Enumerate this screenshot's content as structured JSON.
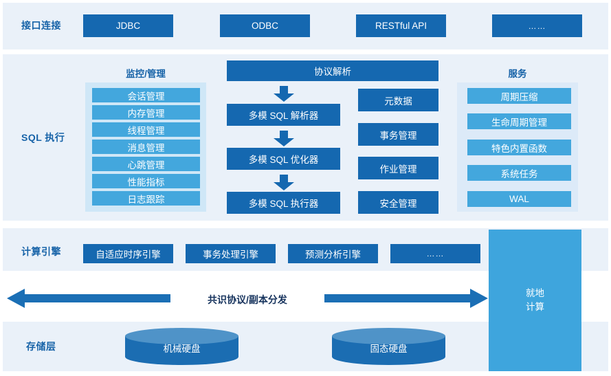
{
  "diagram": {
    "title": "Database architecture layered diagram",
    "colors": {
      "band_bg": "#eaf1f9",
      "box_dark": "#1568b0",
      "box_light": "#43a7dd",
      "panel_monitor_bg": "#cfe7f7",
      "panel_service_bg": "#dceaf8",
      "side_panel": "#3ea5dd",
      "label_blue": "#1763a8",
      "page_bg": "#ffffff"
    }
  },
  "rows": {
    "interface": {
      "label": "接口连接",
      "items": [
        {
          "label": "JDBC"
        },
        {
          "label": "ODBC"
        },
        {
          "label": "RESTful API"
        },
        {
          "label": "……"
        }
      ]
    },
    "sql_exec": {
      "label": "SQL 执行",
      "monitor": {
        "title": "监控/管理",
        "items": [
          {
            "label": "会话管理"
          },
          {
            "label": "内存管理"
          },
          {
            "label": "线程管理"
          },
          {
            "label": "消息管理"
          },
          {
            "label": "心跳管理"
          },
          {
            "label": "性能指标"
          },
          {
            "label": "日志跟踪"
          }
        ]
      },
      "pipeline": {
        "header": "协议解析",
        "stages": [
          {
            "label": "多模 SQL 解析器"
          },
          {
            "label": "多模 SQL 优化器"
          },
          {
            "label": "多模 SQL 执行器"
          }
        ],
        "arrow_icon": "arrow-down-icon"
      },
      "managers": [
        {
          "label": "元数据"
        },
        {
          "label": "事务管理"
        },
        {
          "label": "作业管理"
        },
        {
          "label": "安全管理"
        }
      ],
      "service": {
        "title": "服务",
        "items": [
          {
            "label": "周期压缩"
          },
          {
            "label": "生命周期管理"
          },
          {
            "label": "特色内置函数"
          },
          {
            "label": "系统任务"
          },
          {
            "label": "WAL"
          }
        ]
      }
    },
    "compute": {
      "label": "计算引擎",
      "items": [
        {
          "label": "自适应时序引擎"
        },
        {
          "label": "事务处理引擎"
        },
        {
          "label": "预测分析引擎"
        },
        {
          "label": "……"
        }
      ]
    },
    "consensus": {
      "label": "共识协议/副本分发",
      "left_arrow_icon": "arrow-left-icon",
      "right_arrow_icon": "arrow-right-icon"
    },
    "storage": {
      "label": "存储层",
      "items": [
        {
          "label": "机械硬盘"
        },
        {
          "label": "固态硬盘"
        }
      ]
    }
  },
  "side_panel": {
    "line1": "就地",
    "line2": "计算"
  }
}
